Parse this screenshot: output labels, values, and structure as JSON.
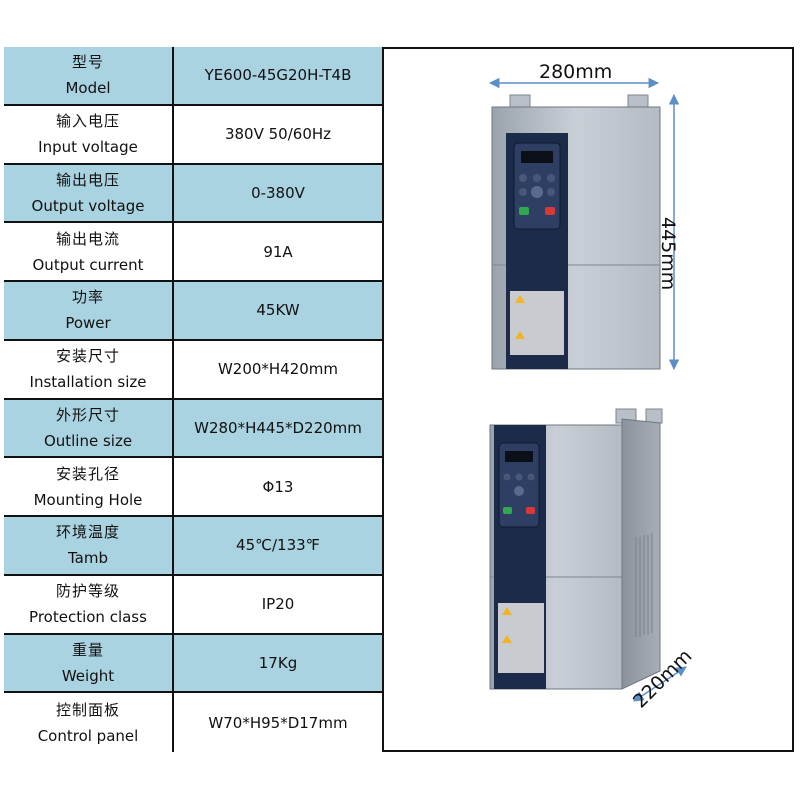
{
  "specs": [
    {
      "cn": "型号",
      "en": "Model",
      "value": "YE600-45G20H-T4B"
    },
    {
      "cn": "输入电压",
      "en": "Input voltage",
      "value": "380V 50/60Hz"
    },
    {
      "cn": "输出电压",
      "en": "Output voltage",
      "value": "0-380V"
    },
    {
      "cn": "输出电流",
      "en": "Output current",
      "value": "91A"
    },
    {
      "cn": "功率",
      "en": "Power",
      "value": "45KW"
    },
    {
      "cn": "安装尺寸",
      "en": "Installation size",
      "value": "W200*H420mm"
    },
    {
      "cn": "外形尺寸",
      "en": "Outline size",
      "value": "W280*H445*D220mm"
    },
    {
      "cn": "安装孔径",
      "en": "Mounting Hole",
      "value": "Φ13"
    },
    {
      "cn": "环境温度",
      "en": "Tamb",
      "value": "45℃/133℉"
    },
    {
      "cn": "防护等级",
      "en": "Protection class",
      "value": "IP20"
    },
    {
      "cn": "重量",
      "en": "Weight",
      "value": "17Kg"
    },
    {
      "cn": "控制面板",
      "en": "Control panel",
      "value": "W70*H95*D17mm"
    }
  ],
  "dimensions": {
    "width": "280mm",
    "height": "445mm",
    "depth": "220mm"
  },
  "colors": {
    "row_shade": "#a9d3e0",
    "arrow": "#5b8fc7"
  }
}
